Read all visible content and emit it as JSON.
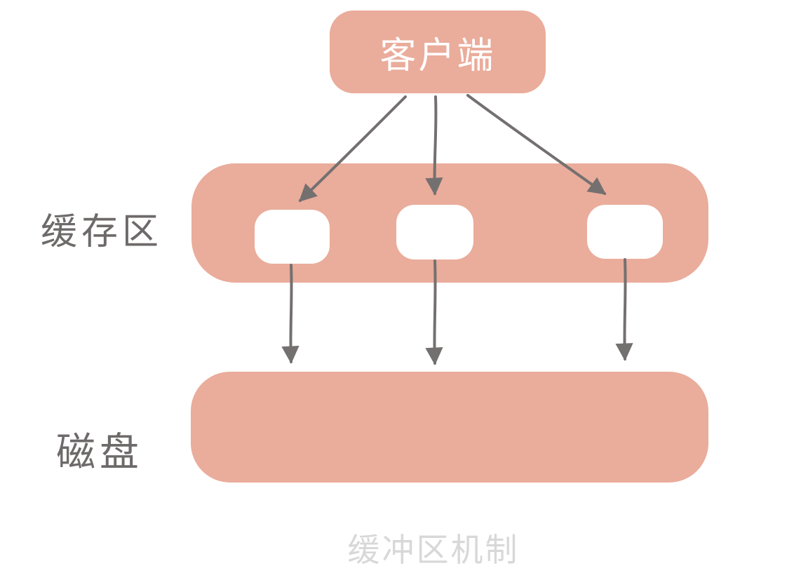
{
  "diagram": {
    "caption": "缓冲区机制",
    "client": {
      "label": "客户端"
    },
    "buffer": {
      "label": "缓存区",
      "slot_count": 3
    },
    "disk": {
      "label": "磁盘"
    },
    "edges": [
      {
        "from": "client",
        "to": "buffer-slot-1"
      },
      {
        "from": "client",
        "to": "buffer-slot-2"
      },
      {
        "from": "client",
        "to": "buffer-slot-3"
      },
      {
        "from": "buffer-slot-1",
        "to": "disk"
      },
      {
        "from": "buffer-slot-2",
        "to": "disk"
      },
      {
        "from": "buffer-slot-3",
        "to": "disk"
      }
    ],
    "colors": {
      "node_fill": "#EAAC9B",
      "node_text": "#FFFFFF",
      "side_label": "#6E6A6A",
      "arrow": "#747070",
      "caption": "#D8D8D8",
      "slot_fill": "#FFFFFF",
      "canvas_bg": "#FFFFFF"
    }
  }
}
